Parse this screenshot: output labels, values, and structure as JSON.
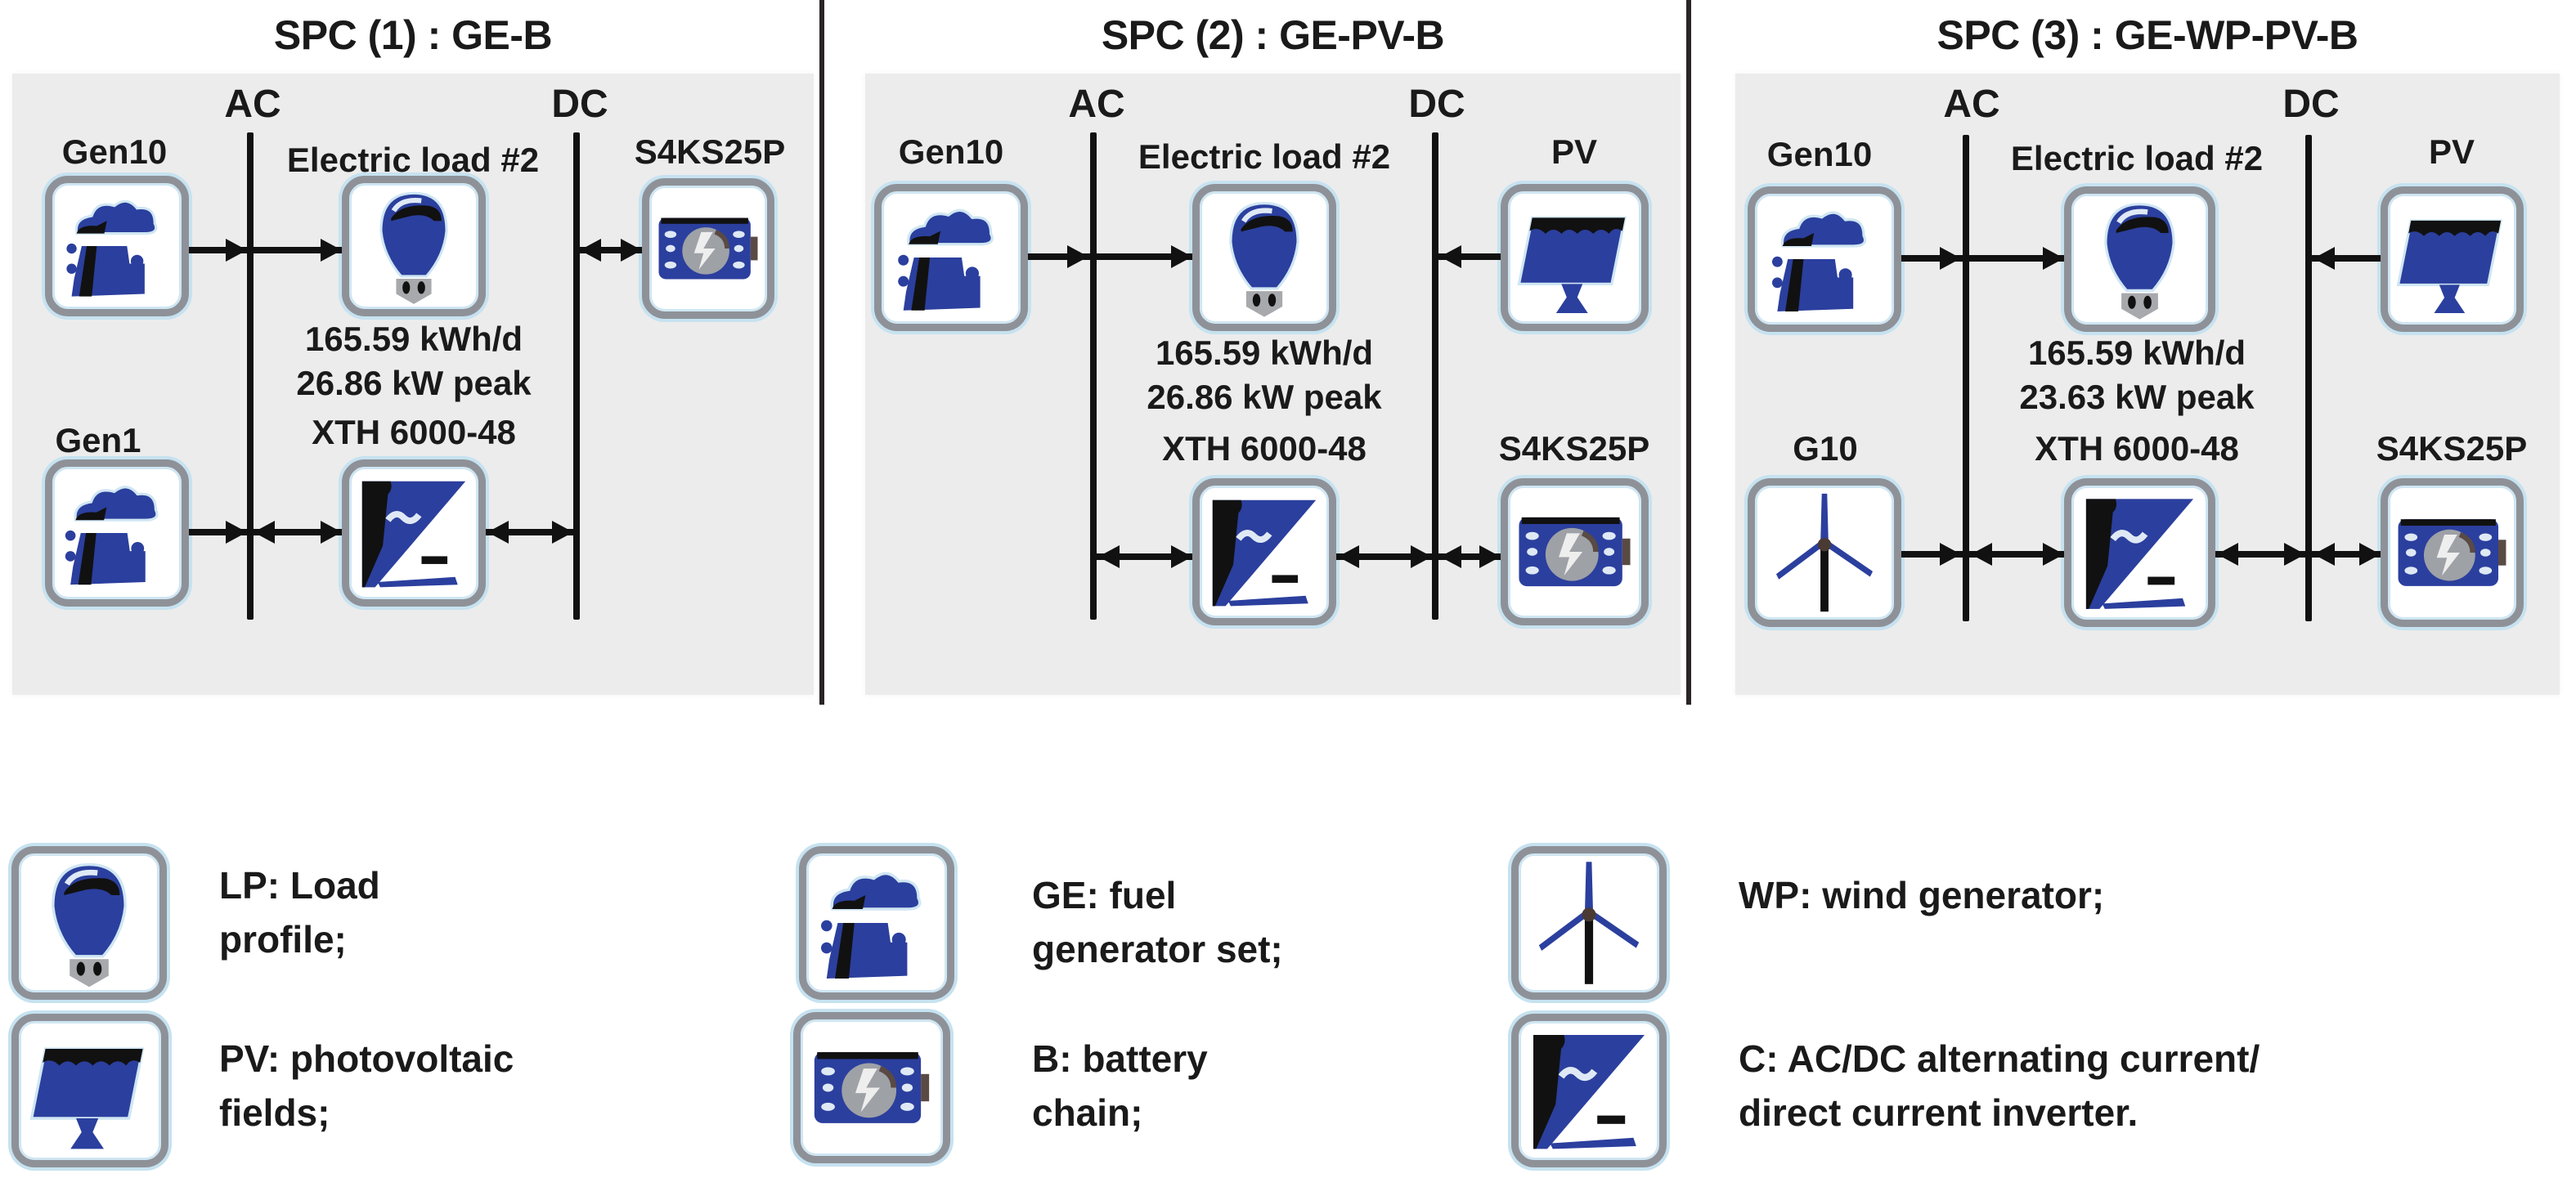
{
  "colors": {
    "icon_blue": "#2b3f9e",
    "panel_bg": "#ececec",
    "bus_line": "#111111",
    "icon_border": "#8e9298"
  },
  "configurations": [
    {
      "title": "SPC (1) : GE-B",
      "ac_label": "AC",
      "dc_label": "DC",
      "components": {
        "gen_top": {
          "label": "Gen10",
          "icon": "fuel-generator-icon"
        },
        "load": {
          "label": "Electric load #2",
          "icon": "load-bulb-icon",
          "energy": "165.59 kWh/d",
          "peak": "26.86 kW peak"
        },
        "dc_top": {
          "label": "S4KS25P",
          "icon": "battery-icon"
        },
        "gen_bottom": {
          "label": "Gen1",
          "icon": "fuel-generator-icon"
        },
        "inverter": {
          "label": "XTH 6000-48",
          "icon": "inverter-icon"
        }
      }
    },
    {
      "title": "SPC (2) : GE-PV-B",
      "ac_label": "AC",
      "dc_label": "DC",
      "components": {
        "gen_top": {
          "label": "Gen10",
          "icon": "fuel-generator-icon"
        },
        "load": {
          "label": "Electric load #2",
          "icon": "load-bulb-icon",
          "energy": "165.59 kWh/d",
          "peak": "26.86 kW peak"
        },
        "dc_top": {
          "label": "PV",
          "icon": "solar-panel-icon"
        },
        "inverter": {
          "label": "XTH 6000-48",
          "icon": "inverter-icon"
        },
        "dc_bottom": {
          "label": "S4KS25P",
          "icon": "battery-icon"
        }
      }
    },
    {
      "title": "SPC (3) : GE-WP-PV-B",
      "ac_label": "AC",
      "dc_label": "DC",
      "components": {
        "gen_top": {
          "label": "Gen10",
          "icon": "fuel-generator-icon"
        },
        "load": {
          "label": "Electric load #2",
          "icon": "load-bulb-icon",
          "energy": "165.59 kWh/d",
          "peak": "23.63 kW peak"
        },
        "dc_top": {
          "label": "PV",
          "icon": "solar-panel-icon"
        },
        "gen_bottom": {
          "label": "G10",
          "icon": "wind-turbine-icon"
        },
        "inverter": {
          "label": "XTH 6000-48",
          "icon": "inverter-icon"
        },
        "dc_bottom": {
          "label": "S4KS25P",
          "icon": "battery-icon"
        }
      }
    }
  ],
  "legend": [
    {
      "icon": "load-bulb-icon",
      "line1": "LP: Load",
      "line2": "profile;"
    },
    {
      "icon": "solar-panel-icon",
      "line1": "PV: photovoltaic",
      "line2": "fields;"
    },
    {
      "icon": "fuel-generator-icon",
      "line1": "GE: fuel",
      "line2": "generator set;"
    },
    {
      "icon": "battery-icon",
      "line1": "B: battery",
      "line2": "chain;"
    },
    {
      "icon": "wind-turbine-icon",
      "line1": "WP: wind generator;",
      "line2": ""
    },
    {
      "icon": "inverter-icon",
      "line1": "C: AC/DC alternating current/",
      "line2": "direct current inverter."
    }
  ]
}
